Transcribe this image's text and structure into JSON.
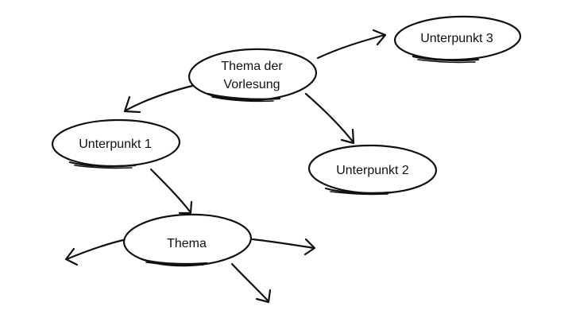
{
  "colors": {
    "ink": "#111111",
    "background": "#ffffff"
  },
  "nodes": {
    "main": {
      "line1": "Thema der",
      "line2": "Vorlesung"
    },
    "sub1": {
      "label": "Unterpunkt 1"
    },
    "sub2": {
      "label": "Unterpunkt 2"
    },
    "sub3": {
      "label": "Unterpunkt 3"
    },
    "topic": {
      "label": "Thema"
    }
  }
}
